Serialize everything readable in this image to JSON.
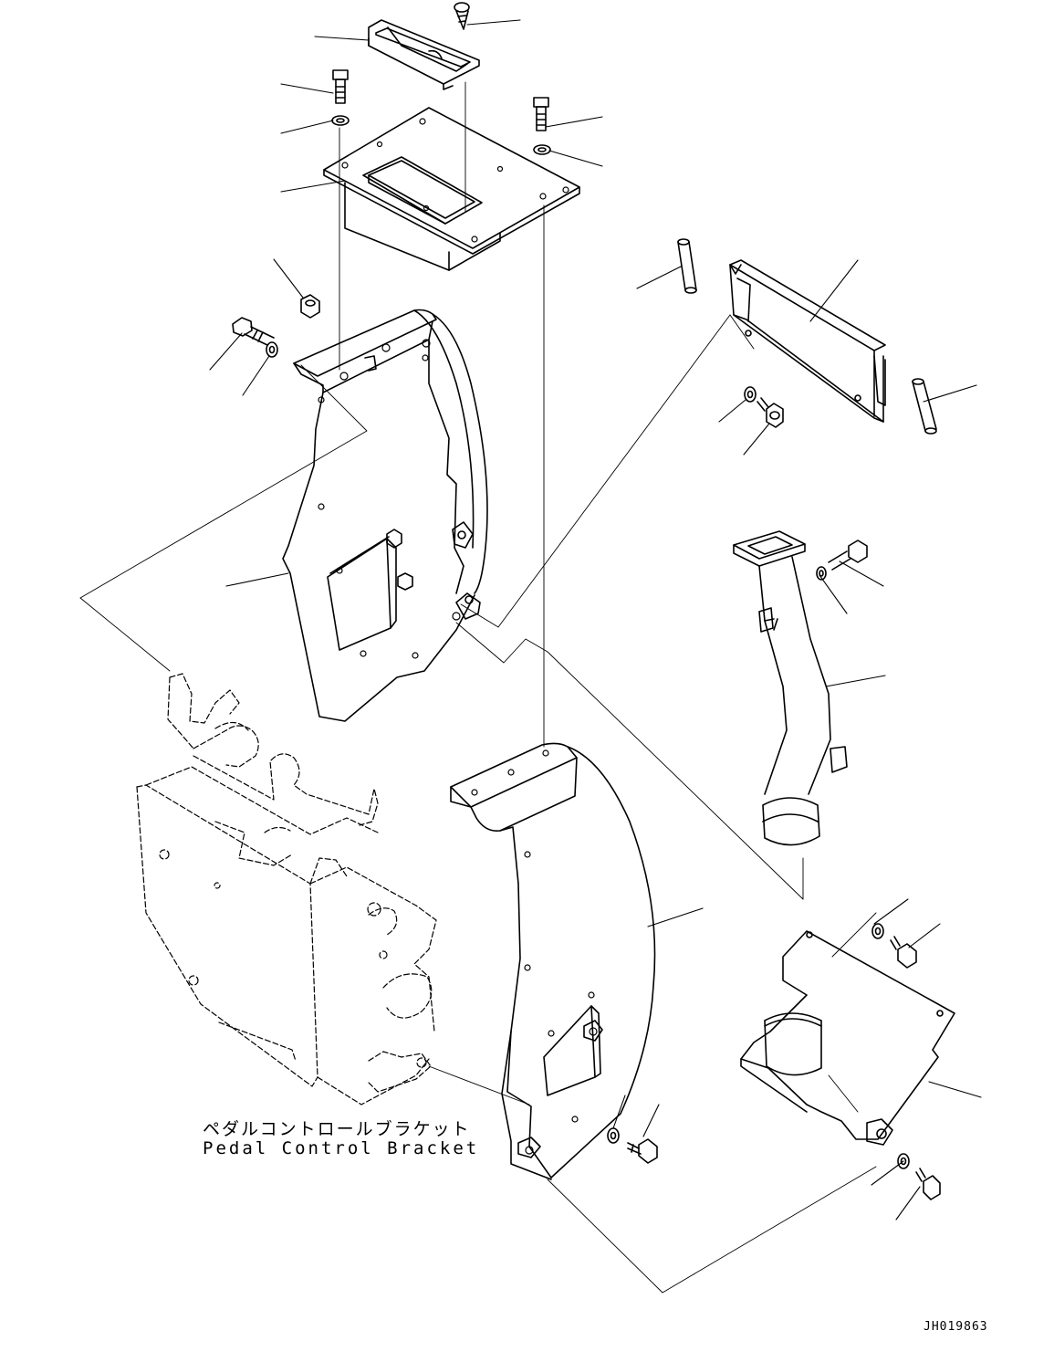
{
  "drawing": {
    "label_jp": "ペダルコントロールブラケット",
    "label_en": "Pedal Control Bracket",
    "drawing_id": "JH019863"
  },
  "style": {
    "line_color": "#000000",
    "background": "#ffffff"
  }
}
